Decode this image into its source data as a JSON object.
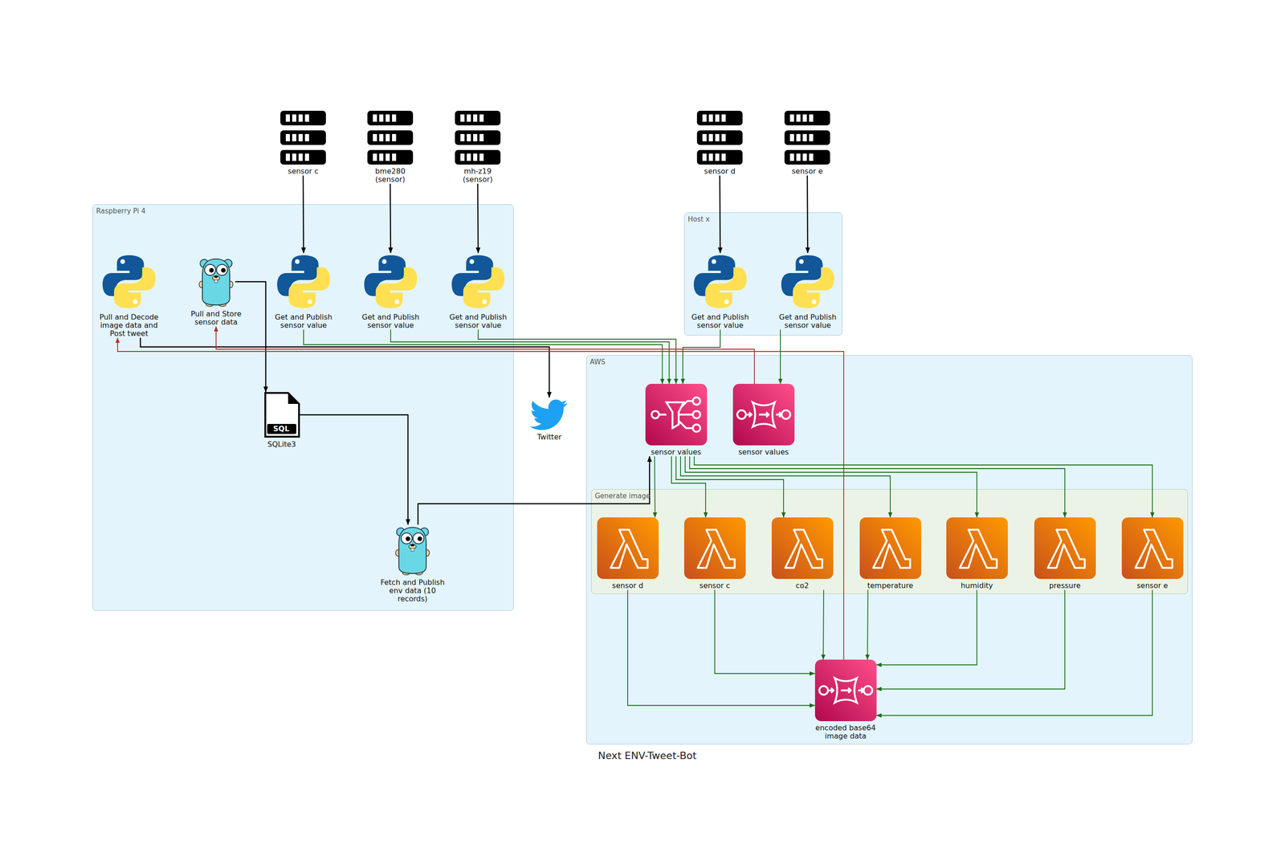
{
  "diagram": {
    "title": "Next ENV-Tweet-Bot",
    "nodes": [
      {
        "text": [
          "Raspberry Pi 4"
        ]
      },
      {
        "text": [
          "Pull and Decode image data and Post tweet"
        ],
        "in": 0
      },
      {
        "text": [
          "Pull and Store sensor data"
        ],
        "in": 0
      },
      {
        "text": [
          "Get and Publish sensor value"
        ],
        "in": 0
      },
      {
        "text": [
          "Get and Publish sensor value"
        ],
        "in": 0
      },
      {
        "text": [
          "Get and Publish sensor value"
        ],
        "in": 0
      },
      {
        "text": [
          "SQLite3"
        ],
        "in": 0
      },
      {
        "text": [
          "Fetch and Publish env data (10 records)"
        ],
        "in": 0
      },
      {
        "text": [
          "sensor c"
        ]
      },
      {
        "text": [
          "bme280 (sensor)"
        ]
      },
      {
        "text": [
          "mh-z19 (sensor)"
        ]
      },
      {
        "text": [
          "sensor d"
        ]
      },
      {
        "text": [
          "sensor e"
        ]
      },
      {
        "text": [
          "Host x"
        ]
      },
      {
        "text": [
          "Get and Publish sensor value"
        ],
        "in": 13
      },
      {
        "text": [
          "Get and Publish sensor value"
        ],
        "in": 13
      },
      {
        "text": [
          "Twitter"
        ]
      },
      {
        "text": [
          "AWS"
        ]
      },
      {
        "text": [
          "sensor values"
        ],
        "in": 17
      },
      {
        "text": [
          "sensor values"
        ],
        "in": 17
      },
      {
        "text": [
          "Generate image"
        ],
        "in": 17
      },
      {
        "text": [
          "sensor d"
        ],
        "in": 20
      },
      {
        "text": [
          "sensor c"
        ],
        "in": 20
      },
      {
        "text": [
          "co2"
        ],
        "in": 20
      },
      {
        "text": [
          "temperature"
        ],
        "in": 20
      },
      {
        "text": [
          "humidity"
        ],
        "in": 20
      },
      {
        "text": [
          "pressure"
        ],
        "in": 20
      },
      {
        "text": [
          "sensor e"
        ],
        "in": 20
      },
      {
        "text": [
          "encoded base64 image data"
        ],
        "in": 17
      }
    ],
    "edges": [
      {
        "from": 8,
        "to": 3,
        "arrow": "to"
      },
      {
        "from": 9,
        "to": 4,
        "arrow": "to"
      },
      {
        "from": 10,
        "to": 5,
        "arrow": "to"
      },
      {
        "from": 11,
        "to": 14,
        "arrow": "to"
      },
      {
        "from": 12,
        "to": 15,
        "arrow": "to"
      },
      {
        "from": 3,
        "to": 18,
        "arrow": "to"
      },
      {
        "from": 4,
        "to": 18,
        "arrow": "to"
      },
      {
        "from": 5,
        "to": 18,
        "arrow": "to"
      },
      {
        "from": 14,
        "to": 18,
        "arrow": "to"
      },
      {
        "from": 15,
        "to": 19,
        "arrow": "to"
      },
      {
        "from": 2,
        "to": 6,
        "arrow": "to"
      },
      {
        "from": 6,
        "to": 7,
        "arrow": "to"
      },
      {
        "from": 7,
        "to": 18,
        "arrow": "to"
      },
      {
        "from": 1,
        "to": 16,
        "arrow": "to"
      },
      {
        "from": 19,
        "to": 2,
        "arrow": "to"
      },
      {
        "from": 28,
        "to": 1,
        "arrow": "to"
      },
      {
        "from": 18,
        "to": 21,
        "arrow": "to"
      },
      {
        "from": 18,
        "to": 22,
        "arrow": "to"
      },
      {
        "from": 18,
        "to": 23,
        "arrow": "to"
      },
      {
        "from": 18,
        "to": 24,
        "arrow": "to"
      },
      {
        "from": 18,
        "to": 25,
        "arrow": "to"
      },
      {
        "from": 18,
        "to": 26,
        "arrow": "to"
      },
      {
        "from": 18,
        "to": 27,
        "arrow": "to"
      },
      {
        "from": 21,
        "to": 28,
        "arrow": "to"
      },
      {
        "from": 22,
        "to": 28,
        "arrow": "to"
      },
      {
        "from": 23,
        "to": 28,
        "arrow": "to"
      },
      {
        "from": 24,
        "to": 28,
        "arrow": "to"
      },
      {
        "from": 25,
        "to": 28,
        "arrow": "to"
      },
      {
        "from": 26,
        "to": 28,
        "arrow": "to"
      },
      {
        "from": 27,
        "to": 28,
        "arrow": "to"
      }
    ],
    "labels": [
      "SQL"
    ]
  }
}
